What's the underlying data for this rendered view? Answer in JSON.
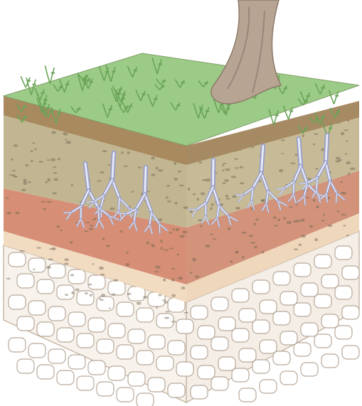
{
  "illustration": {
    "subject": "soil-profile-block",
    "layers": [
      {
        "name": "surface-vegetation",
        "color": "#8fbf7a"
      },
      {
        "name": "topsoil",
        "color": "#b9ac88"
      },
      {
        "name": "subsoil",
        "color": "#cf8a72"
      },
      {
        "name": "parent-material",
        "color": "#f1ddc2"
      },
      {
        "name": "bedrock",
        "color": "#f7f2ec"
      }
    ],
    "colors": {
      "grass": "#9cc987",
      "grass_dark": "#6aa457",
      "trunk": "#a89181",
      "root": "#9aa0c9",
      "root_light": "#e8ebf7",
      "outline": "#7a6a5a",
      "pebble": "#6f6450",
      "stone_outline": "#b9a99a"
    }
  }
}
